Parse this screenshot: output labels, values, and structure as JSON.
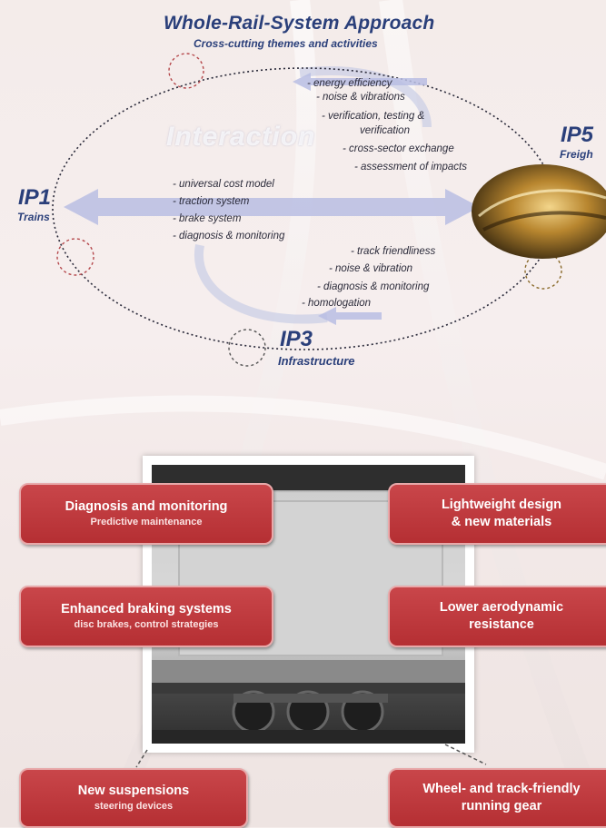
{
  "header": {
    "title": "Whole-Rail-System Approach",
    "subtitle": "Cross-cutting themes and activities"
  },
  "watermark": "Interaction",
  "ips": {
    "ip1": {
      "code": "IP1",
      "label": "Trains"
    },
    "ip3": {
      "code": "IP3",
      "label": "Infrastructure"
    },
    "ip5": {
      "code": "IP5",
      "label": "Freigh"
    }
  },
  "bullets": {
    "top": [
      "- energy efficiency",
      "- noise & vibrations",
      "- verification, testing &",
      "verification",
      "- cross-sector exchange",
      "- assessment of impacts"
    ],
    "middle": [
      "- universal cost model",
      "- traction system",
      "- brake system",
      "- diagnosis & monitoring"
    ],
    "bottom": [
      "- track friendliness",
      "- noise & vibration",
      "- diagnosis & monitoring",
      "- homologation"
    ]
  },
  "boxes": {
    "diagnosis": {
      "main": "Diagnosis and monitoring",
      "sub": "Predictive maintenance"
    },
    "lightweight": {
      "main1": "Lightweight design",
      "main2": "& new materials"
    },
    "braking": {
      "main": "Enhanced braking systems",
      "sub": "disc brakes, control strategies"
    },
    "aero": {
      "main1": "Lower aerodynamic",
      "main2": "resistance"
    },
    "suspensions": {
      "main": "New suspensions",
      "sub": "steering devices"
    },
    "wheel": {
      "main1": "Wheel- and track-friendly",
      "main2": "running gear"
    }
  },
  "colors": {
    "accent_blue": "#2a3f7a",
    "box_red": "#b93539",
    "background": "#f4ecea"
  }
}
